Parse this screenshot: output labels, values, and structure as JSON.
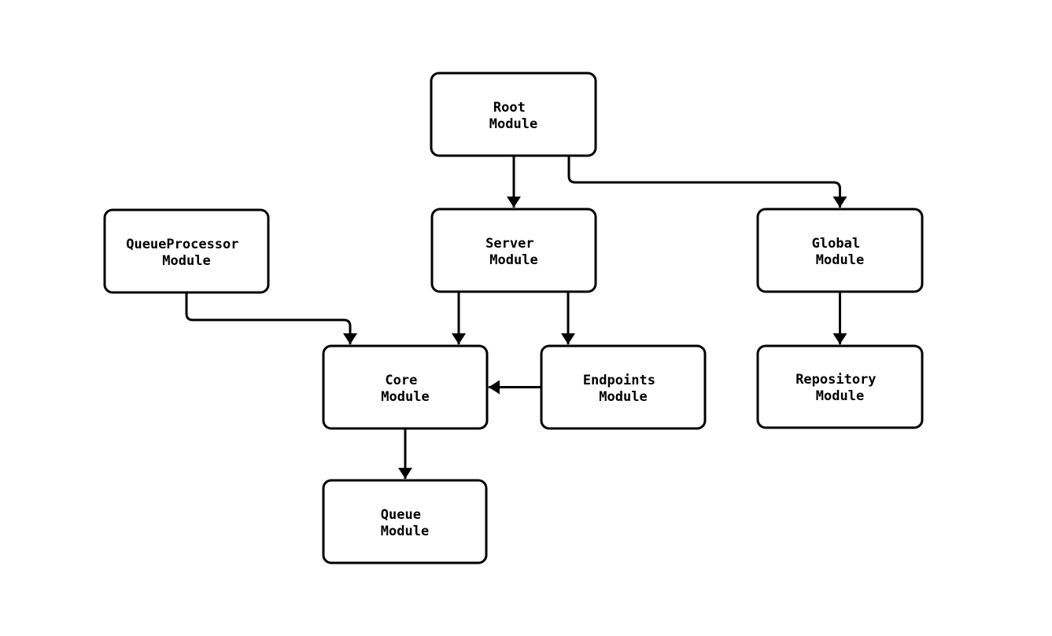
{
  "diagram": {
    "type": "flowchart",
    "description": "Module dependency diagram",
    "colors": {
      "background": "#ffffff",
      "node_fill": "#ffffff",
      "node_border": "#000000",
      "edge": "#000000",
      "text": "#000000"
    },
    "nodes": {
      "root": {
        "line1": "Root",
        "line2": "Module"
      },
      "queue_processor": {
        "line1": "QueueProcessor",
        "line2": "Module"
      },
      "server": {
        "line1": "Server",
        "line2": "Module"
      },
      "global": {
        "line1": "Global",
        "line2": "Module"
      },
      "core": {
        "line1": "Core",
        "line2": "Module"
      },
      "endpoints": {
        "line1": "Endpoints",
        "line2": "Module"
      },
      "repository": {
        "line1": "Repository",
        "line2": "Module"
      },
      "queue": {
        "line1": "Queue",
        "line2": "Module"
      }
    },
    "edges": [
      {
        "from": "Root Module",
        "to": "Server Module"
      },
      {
        "from": "Root Module",
        "to": "Global Module"
      },
      {
        "from": "QueueProcessor Module",
        "to": "Core Module"
      },
      {
        "from": "Server Module",
        "to": "Core Module"
      },
      {
        "from": "Server Module",
        "to": "Endpoints Module"
      },
      {
        "from": "Global Module",
        "to": "Repository Module"
      },
      {
        "from": "Endpoints Module",
        "to": "Core Module"
      },
      {
        "from": "Core Module",
        "to": "Queue Module"
      }
    ]
  }
}
